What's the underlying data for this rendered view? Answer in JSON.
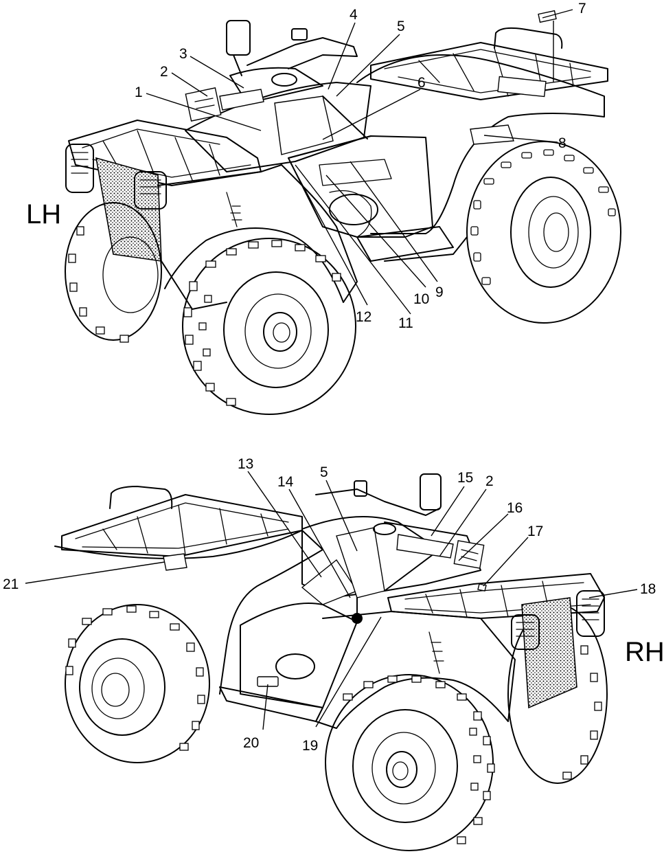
{
  "views": [
    {
      "id": "lh",
      "side_label": "LH",
      "callouts": [
        {
          "num": "1"
        },
        {
          "num": "2"
        },
        {
          "num": "3"
        },
        {
          "num": "4"
        },
        {
          "num": "5"
        },
        {
          "num": "6"
        },
        {
          "num": "7"
        },
        {
          "num": "8"
        },
        {
          "num": "9"
        },
        {
          "num": "10"
        },
        {
          "num": "11"
        },
        {
          "num": "12"
        }
      ]
    },
    {
      "id": "rh",
      "side_label": "RH",
      "callouts": [
        {
          "num": "13"
        },
        {
          "num": "14"
        },
        {
          "num": "5"
        },
        {
          "num": "15"
        },
        {
          "num": "2"
        },
        {
          "num": "16"
        },
        {
          "num": "17"
        },
        {
          "num": "18"
        },
        {
          "num": "19"
        },
        {
          "num": "20"
        },
        {
          "num": "21"
        }
      ]
    }
  ]
}
